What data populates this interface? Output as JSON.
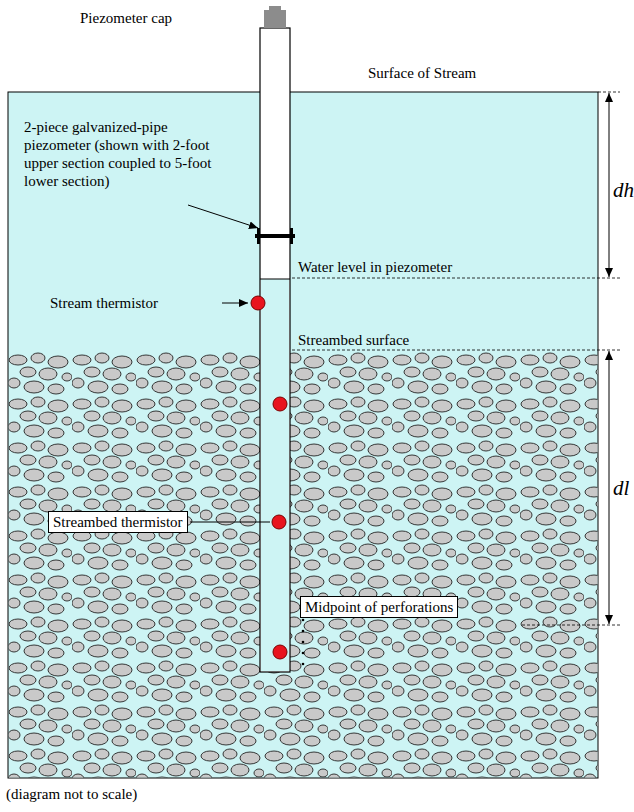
{
  "diagram": {
    "nodes": [
      {
        "text": [
          "Streambed thermistor"
        ]
      },
      {
        "text": [
          "Midpoint of perforations"
        ]
      }
    ],
    "labels": [
      "Piezometer cap",
      "Surface of Stream",
      "2-piece galvanized-pipe piezometer (shown with 2-foot upper section coupled to 5-foot lower section)",
      "Water level in piezometer",
      "Stream thermistor",
      "Streambed surface",
      "dh",
      "dl",
      "(diagram not to scale)"
    ]
  }
}
